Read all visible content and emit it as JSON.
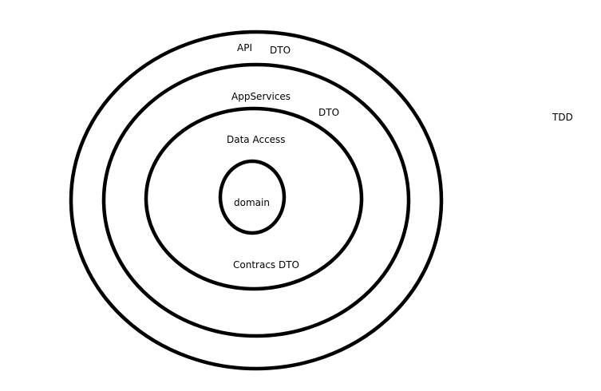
{
  "colors": {
    "background": "#ffffff",
    "ink": "#000000"
  },
  "diagram": {
    "layers": [
      {
        "label": "API"
      },
      {
        "label": "AppServices"
      },
      {
        "label": "Data Access"
      },
      {
        "label": "domain"
      }
    ],
    "annotations": {
      "dto_outer": "DTO",
      "dto_middle": "DTO",
      "contracts_dto": "Contracs DTO",
      "tdd": "TDD"
    }
  }
}
